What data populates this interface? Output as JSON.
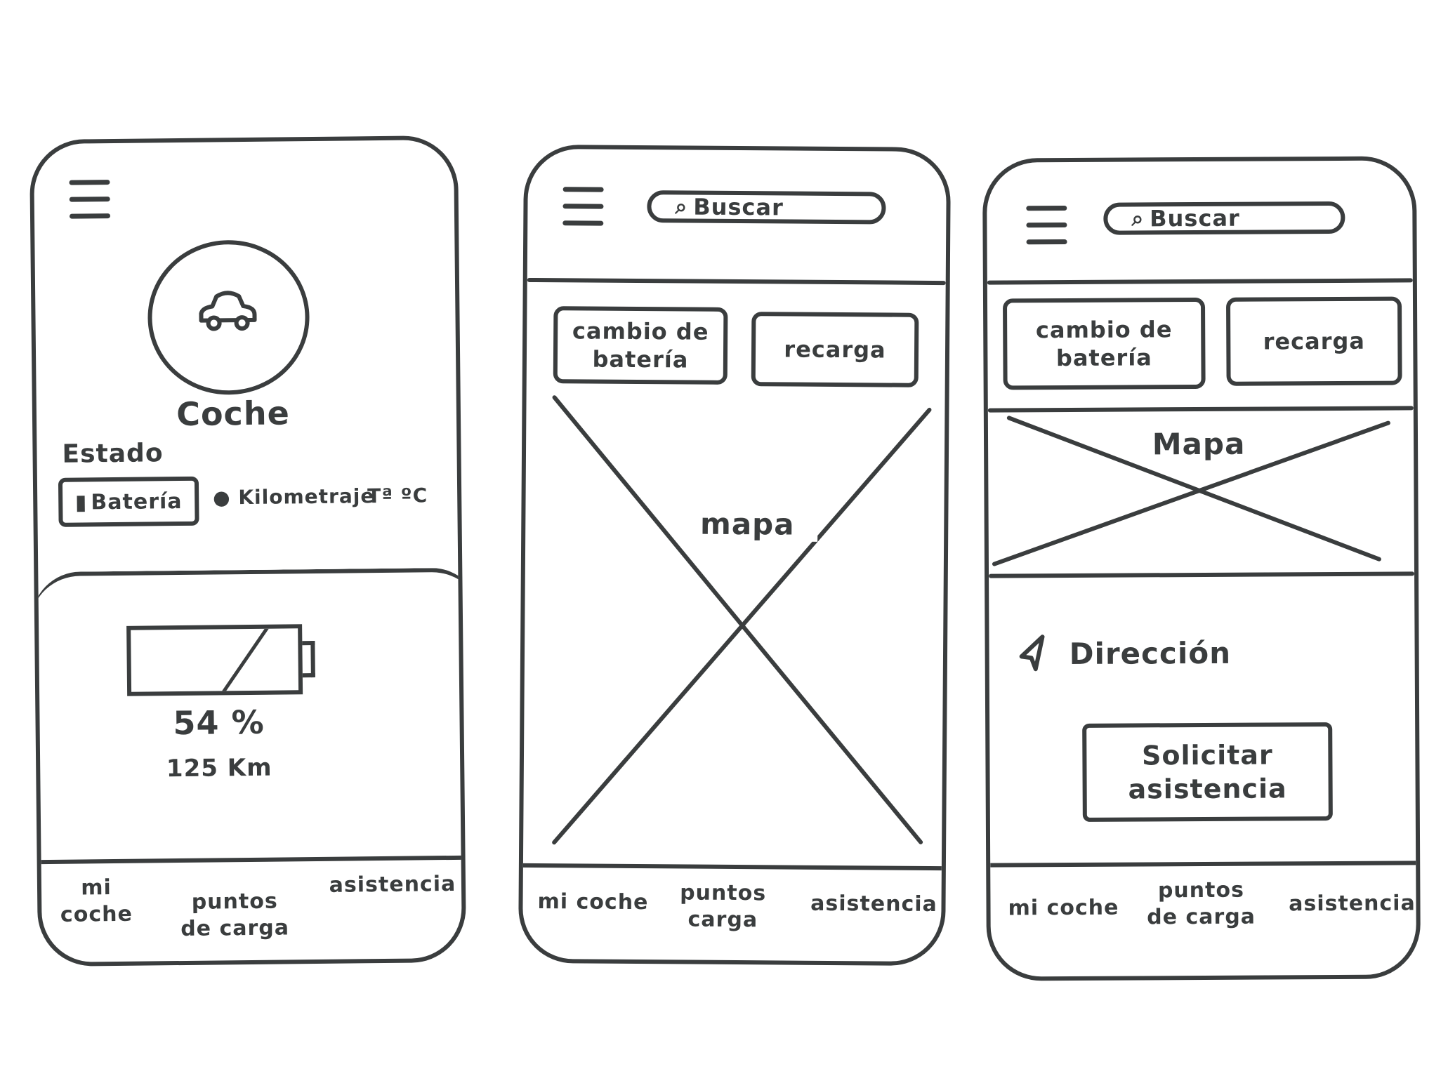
{
  "screens": [
    {
      "title": "Coche",
      "status_heading": "Estado",
      "status_tabs": [
        "Batería",
        "Kilometraje",
        "Tª ºC"
      ],
      "battery_percent": 54,
      "battery_percent_label": "54 %",
      "range_label": "125 Km",
      "nav": [
        "mi coche",
        "puntos de carga",
        "asistencia"
      ],
      "icons": {
        "menu": "menu-icon",
        "car": "car-icon",
        "battery": "battery-icon"
      }
    },
    {
      "search_placeholder": "Buscar",
      "buttons": [
        "cambio de batería",
        "recarga"
      ],
      "map_label": "mapa",
      "nav": [
        "mi coche",
        "puntos carga",
        "asistencia"
      ],
      "icons": {
        "menu": "menu-icon",
        "search": "search-icon"
      }
    },
    {
      "search_placeholder": "Buscar",
      "buttons": [
        "cambio de batería",
        "recarga"
      ],
      "map_label": "Mapa",
      "direction_label": "Dirección",
      "assist_button": "Solicitar asistencia",
      "nav": [
        "mi coche",
        "puntos de carga",
        "asistencia"
      ],
      "icons": {
        "menu": "menu-icon",
        "search": "search-icon",
        "direction": "location-arrow-icon"
      }
    }
  ],
  "colors": {
    "ink": "#3a3d3e",
    "paper": "#ffffff"
  }
}
